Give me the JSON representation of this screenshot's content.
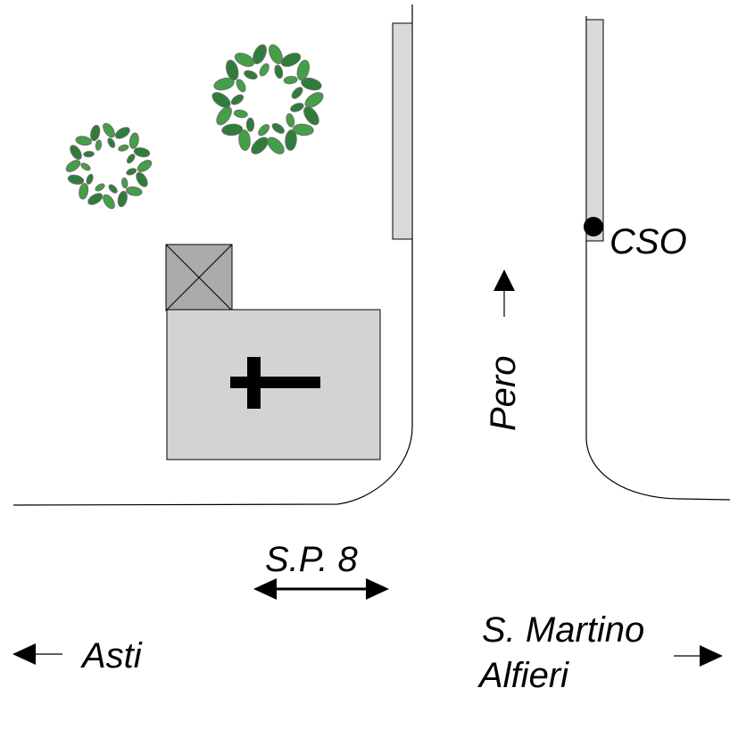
{
  "labels": {
    "cso": "CSO",
    "pero": "Pero",
    "road": "S.P. 8",
    "asti": "Asti",
    "s_martino_line1": "S. Martino",
    "s_martino_line2": "Alfieri"
  },
  "colors": {
    "road_line": "#000000",
    "building_fill": "#d2d3d5",
    "bell_tower_fill": "#a9aaac",
    "sidewalk_fill": "#d7d9db",
    "tree_leaf_dark": "#2f7d3a",
    "tree_leaf_light": "#43a047",
    "tree_outline": "#6b6b6b"
  },
  "icons": {
    "church": "cross-icon",
    "trees": "tree-icon",
    "sensor": "dot-marker-icon"
  }
}
